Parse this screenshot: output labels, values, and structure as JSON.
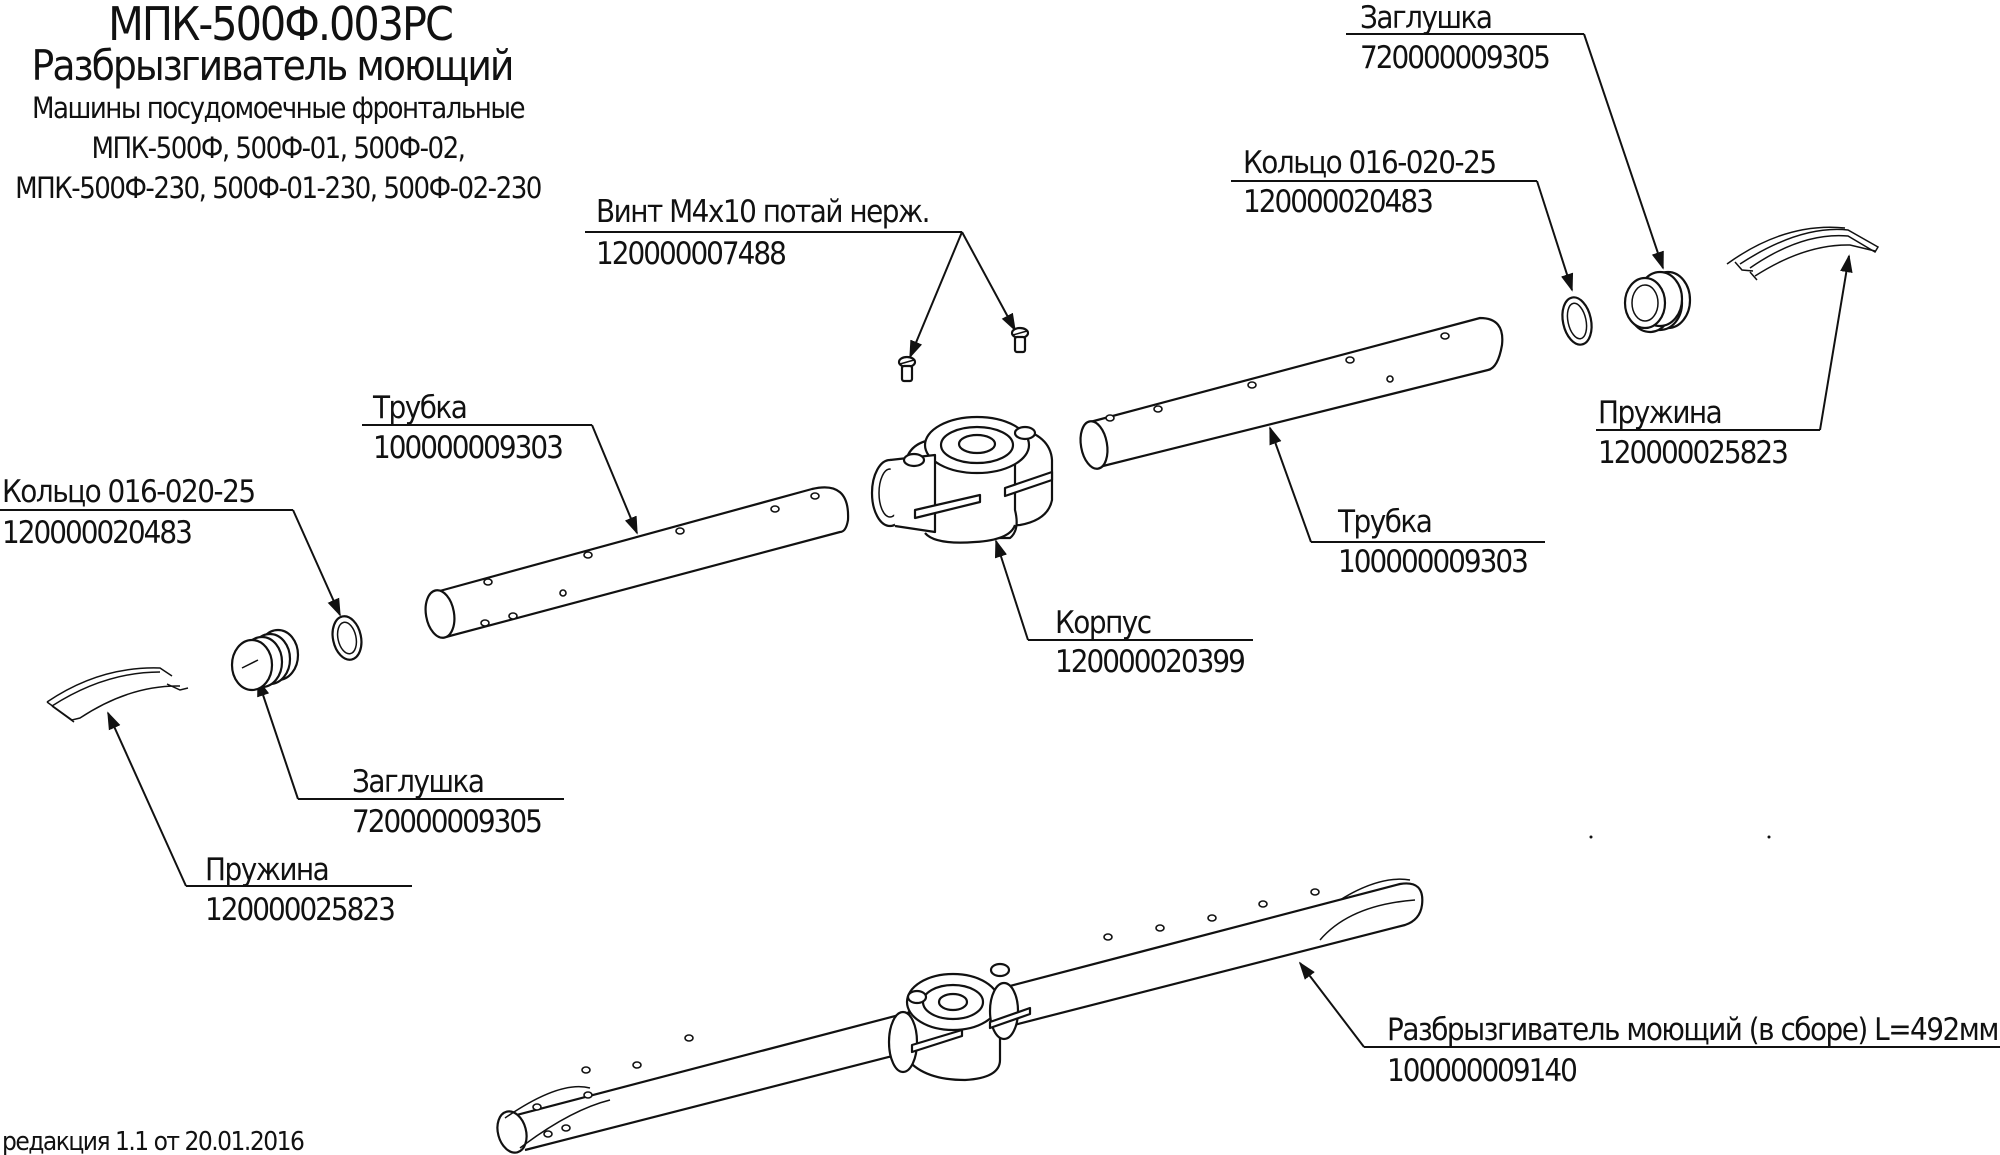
{
  "title": {
    "designation": "МПК-500Ф.003РС",
    "name": "Разбрызгиватель моющий",
    "subtitle_line1": "Машины посудомоечные фронтальные",
    "subtitle_line2": "МПК-500Ф, 500Ф-01, 500Ф-02,",
    "subtitle_line3": "МПК-500Ф-230, 500Ф-01-230, 500Ф-02-230"
  },
  "callouts": {
    "screw": {
      "label": "Винт М4х10 потай нерж.",
      "code": "120000007488"
    },
    "plug_right": {
      "label": "Заглушка",
      "code": "720000009305"
    },
    "ring_right": {
      "label": "Кольцо 016-020-25",
      "code": "120000020483"
    },
    "spring_right": {
      "label": "Пружина",
      "code": "120000025823"
    },
    "tube_left": {
      "label": "Трубка",
      "code": "100000009303"
    },
    "tube_right": {
      "label": "Трубка",
      "code": "100000009303"
    },
    "ring_left": {
      "label": "Кольцо 016-020-25",
      "code": "120000020483"
    },
    "body": {
      "label": "Корпус",
      "code": "120000020399"
    },
    "plug_left": {
      "label": "Заглушка",
      "code": "720000009305"
    },
    "spring_left": {
      "label": "Пружина",
      "code": "120000025823"
    },
    "assembly": {
      "label": "Разбрызгиватель моющий (в сборе) L=492мм",
      "code": "100000009140"
    }
  },
  "footer": {
    "revision": "редакция 1.1 от 20.01.2016"
  },
  "colors": {
    "ink": "#111111",
    "paper": "#ffffff"
  }
}
